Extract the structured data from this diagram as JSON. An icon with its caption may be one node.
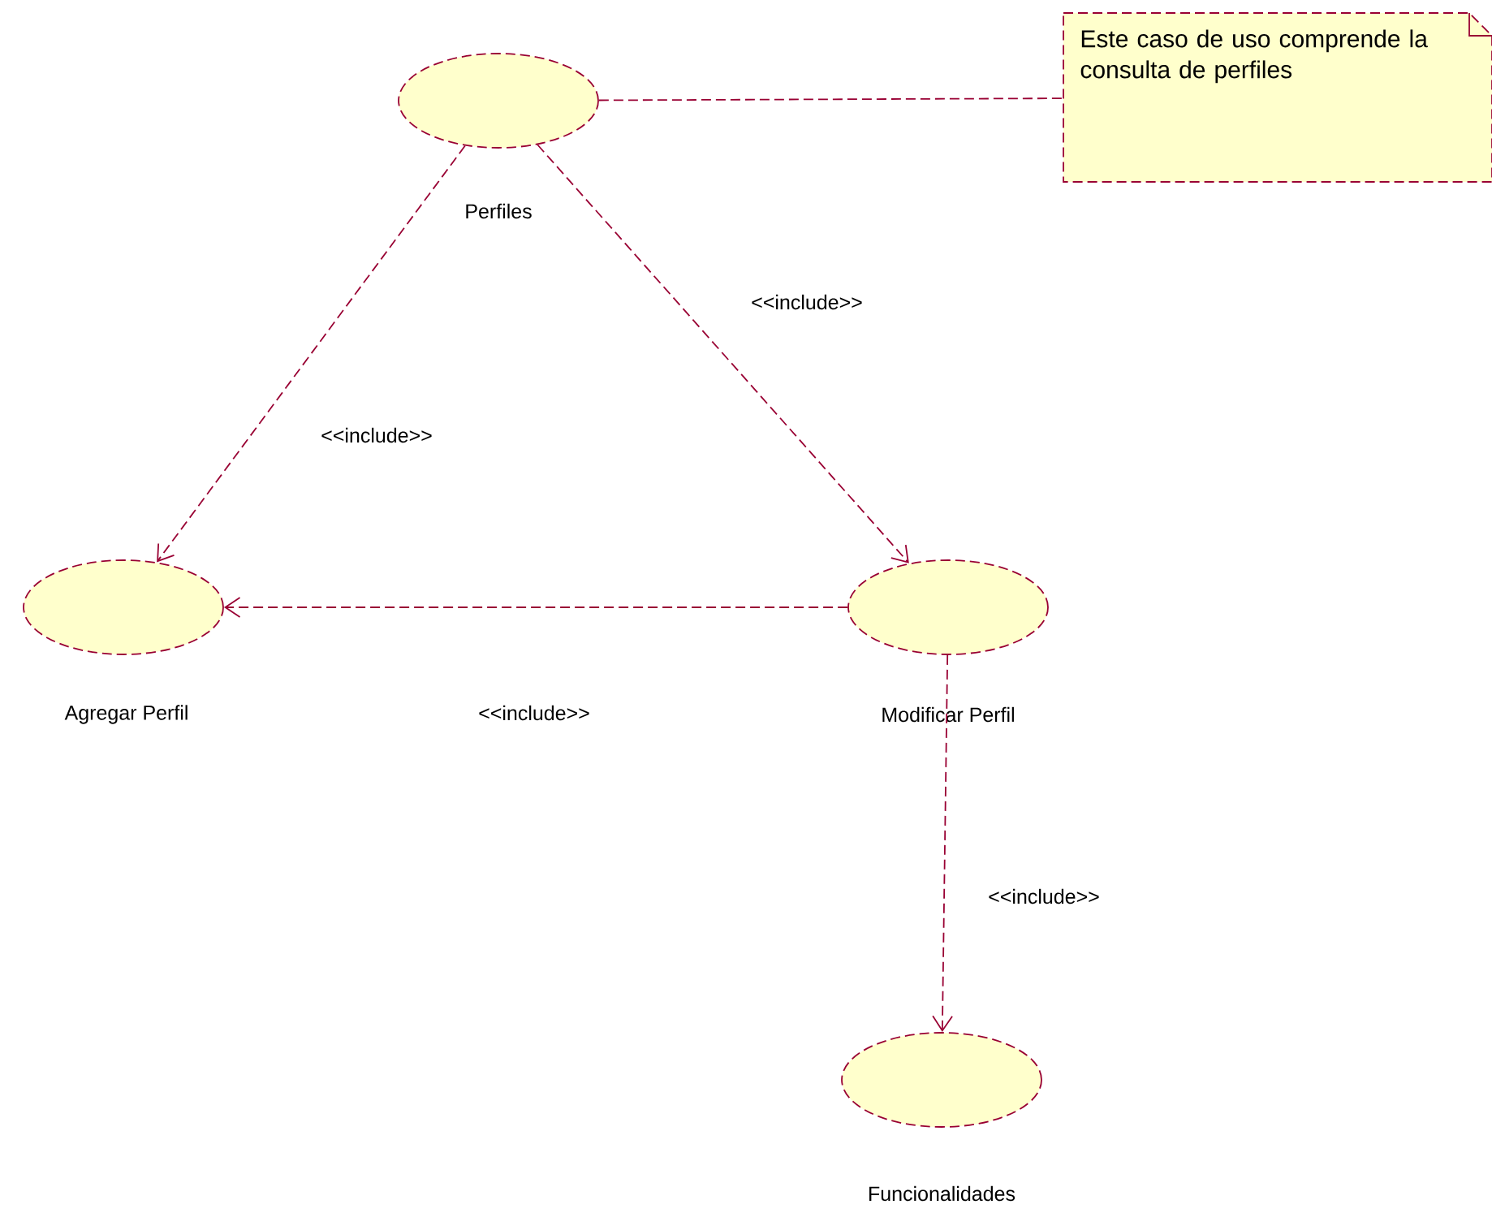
{
  "diagram": {
    "nodes": [
      {
        "text": [
          "Perfiles"
        ]
      },
      {
        "text": [
          "Este caso de uso comprende la consulta de perfiles"
        ]
      },
      {
        "text": [
          "Agregar Perfil"
        ]
      },
      {
        "text": [
          "Modificar Perfil"
        ]
      },
      {
        "text": [
          "Funcionalidades"
        ]
      }
    ],
    "edges": [
      {
        "from": 0,
        "to": 1,
        "arrow": "none"
      },
      {
        "from": 0,
        "to": 2,
        "arrow": "to",
        "label": "<<include>>"
      },
      {
        "from": 0,
        "to": 3,
        "arrow": "to",
        "label": "<<include>>"
      },
      {
        "from": 3,
        "to": 2,
        "arrow": "to",
        "label": "<<include>>"
      },
      {
        "from": 3,
        "to": 4,
        "arrow": "to",
        "label": "<<include>>"
      }
    ]
  }
}
